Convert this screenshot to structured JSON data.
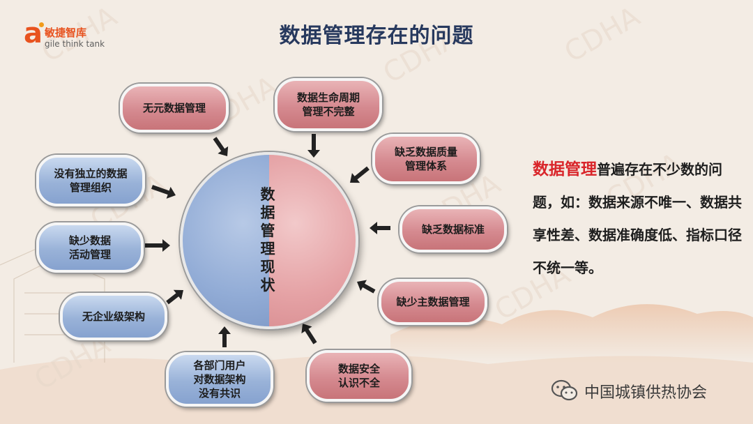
{
  "logo": {
    "mark": "a",
    "cn": "敏捷智库",
    "en": "gile think tank"
  },
  "title": "数据管理存在的问题",
  "center": {
    "label": "数据管理现状"
  },
  "issues": [
    {
      "text": "无元数据管理",
      "color": "red"
    },
    {
      "text": "数据生命周期\n管理不完整",
      "color": "red"
    },
    {
      "text": "缺乏数据质量\n管理体系",
      "color": "red"
    },
    {
      "text": "缺乏数据标准",
      "color": "red"
    },
    {
      "text": "缺少主数据管理",
      "color": "red"
    },
    {
      "text": "数据安全\n认识不全",
      "color": "red"
    },
    {
      "text": "各部门用户\n对数据架构\n没有共识",
      "color": "blue"
    },
    {
      "text": "无企业级架构",
      "color": "blue"
    },
    {
      "text": "缺少数据\n活动管理",
      "color": "blue"
    },
    {
      "text": "没有独立的数据\n管理组织",
      "color": "blue"
    }
  ],
  "description": {
    "highlight": "数据管理",
    "text": "普遍存在不少数的问题，如：数据来源不唯一、数据共享性差、数据准确度低、指标口径不统一等。"
  },
  "footer": {
    "text": "中国城镇供热协会",
    "icon": "wechat-icon"
  },
  "watermark": "CDHA",
  "colors": {
    "title": "#27395e",
    "highlight": "#d9252a",
    "red_pill": "#d58a90",
    "blue_pill": "#99b2d8"
  }
}
